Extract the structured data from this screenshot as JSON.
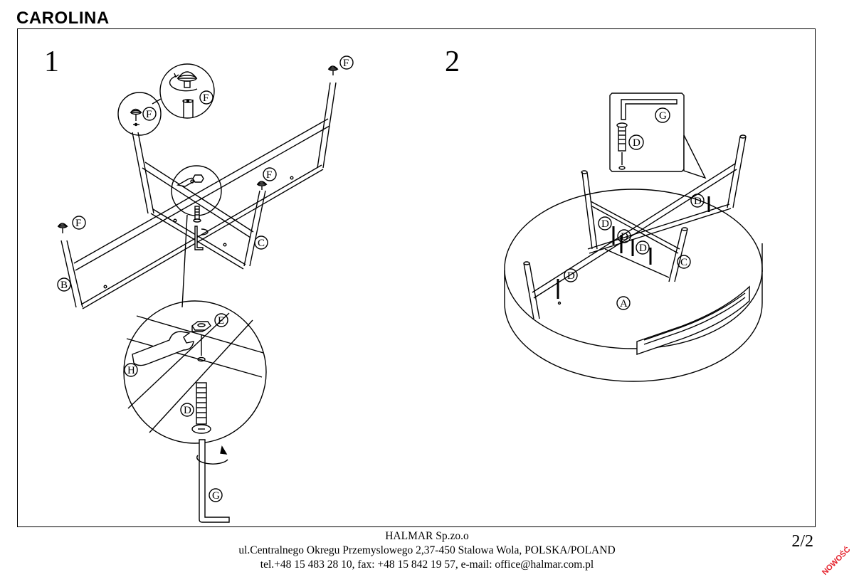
{
  "product": {
    "name": "CAROLINA"
  },
  "steps": [
    {
      "number": "1"
    },
    {
      "number": "2"
    }
  ],
  "parts": {
    "A": "A",
    "B": "B",
    "C": "C",
    "D": "D",
    "E": "E",
    "F": "F",
    "G": "G",
    "H": "H"
  },
  "footer": {
    "company": "HALMAR Sp.zo.o",
    "address": "ul.Centralnego Okregu Przemyslowego 2,37-450 Stalowa Wola, POLSKA/POLAND",
    "contact": "tel.+48 15 483 28 10, fax: +48 15 842 19 57, e-mail: office@halmar.com.pl"
  },
  "page": {
    "label": "2/2"
  },
  "badge": {
    "label": "NOWOŚĆ",
    "color": "#e5202b"
  }
}
